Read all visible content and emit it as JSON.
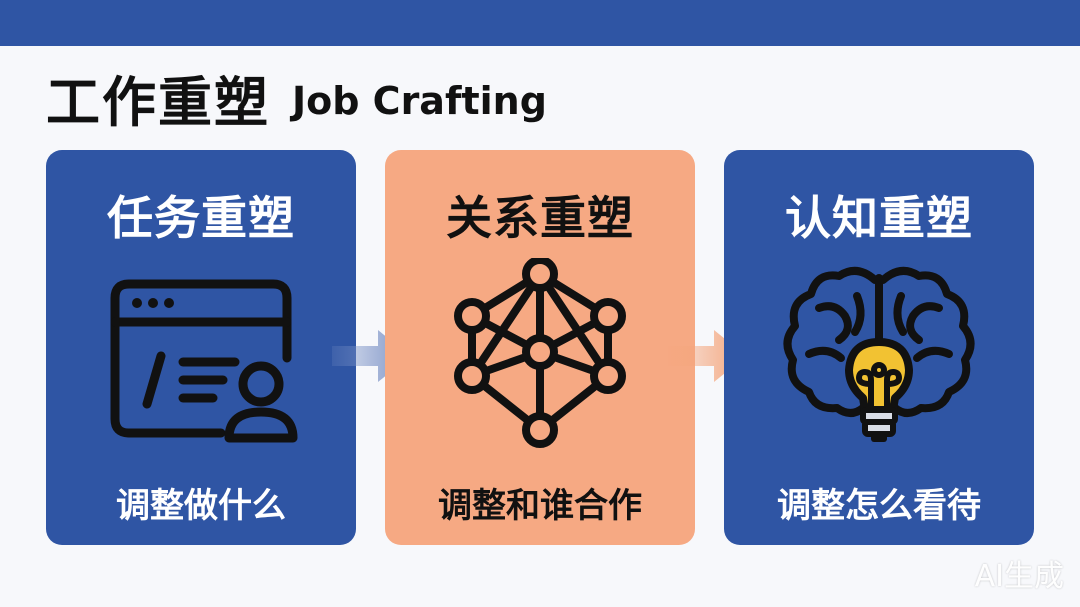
{
  "header": {
    "title_cn": "工作重塑",
    "title_en": "Job Crafting"
  },
  "cards": [
    {
      "title": "任务重塑",
      "subtitle": "调整做什么",
      "icon": "task-window-user-icon",
      "color": "#2f55a4"
    },
    {
      "title": "关系重塑",
      "subtitle": "调整和谁合作",
      "icon": "network-nodes-icon",
      "color": "#f6a983"
    },
    {
      "title": "认知重塑",
      "subtitle": "调整怎么看待",
      "icon": "brain-lightbulb-icon",
      "color": "#2f55a4"
    }
  ],
  "arrows": [
    {
      "icon": "arrow-right-icon",
      "color": "#7b92c6"
    },
    {
      "icon": "arrow-right-icon",
      "color": "#f4a57c"
    }
  ],
  "watermark": "AI生成",
  "colors": {
    "primary_blue": "#2f55a4",
    "accent_orange": "#f6a983",
    "bulb_yellow": "#f2c232"
  }
}
